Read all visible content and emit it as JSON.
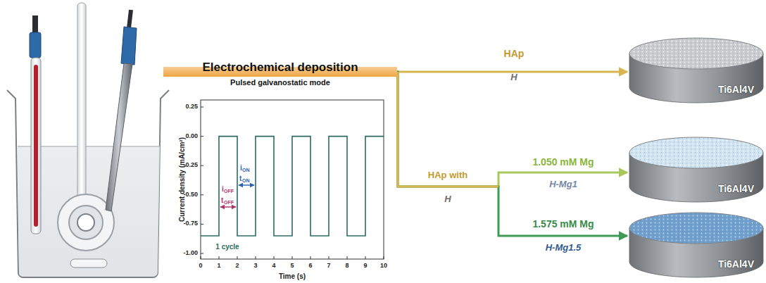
{
  "diagram": {
    "nodes": [
      {
        "text": [
          "Electrochemical deposition",
          "Pulsed galvanostatic mode"
        ]
      },
      {
        "text": [
          "Ti6Al4V"
        ]
      },
      {
        "text": [
          "Ti6Al4V"
        ]
      },
      {
        "text": [
          "Ti6Al4V"
        ]
      }
    ],
    "edges": [
      {
        "from": 0,
        "to": 1,
        "label": "HAp",
        "arrow": "to"
      },
      {
        "from": 0,
        "to": 2,
        "label": "1.050 mM Mg",
        "arrow": "to"
      },
      {
        "from": 0,
        "to": 3,
        "label": "1.575 mM Mg",
        "arrow": "to"
      }
    ],
    "labels": [
      "H",
      "HAp with",
      "H",
      "H-Mg1",
      "H-Mg1.5",
      "Current density (mA/cm²)",
      "Time (s)",
      "0.25",
      "0.00",
      "-0.25",
      "-0.50",
      "-0.75",
      "-1.00",
      "0",
      "1",
      "2",
      "3",
      "4",
      "5",
      "6",
      "7",
      "8",
      "9",
      "10",
      "i",
      "OFF",
      "t",
      "OFF",
      "i",
      "ON",
      "t",
      "ON",
      "1 cycle"
    ]
  }
}
